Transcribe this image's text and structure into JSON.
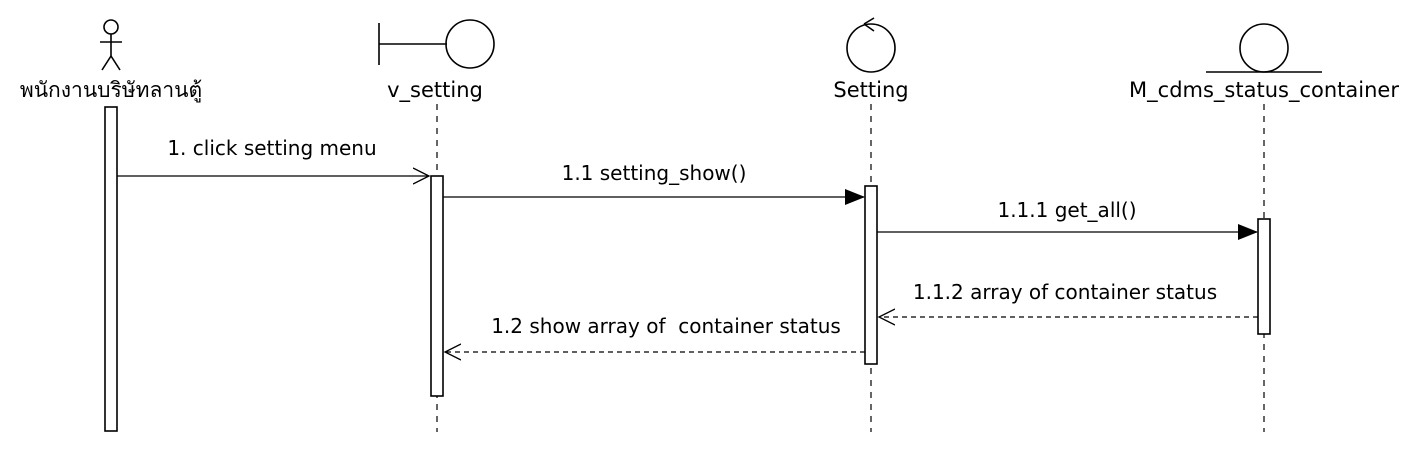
{
  "participants": [
    {
      "name": "พนักงานบริษัทลานตู้",
      "kind": "actor"
    },
    {
      "name": "v_setting",
      "kind": "boundary"
    },
    {
      "name": "Setting",
      "kind": "control"
    },
    {
      "name": "M_cdms_status_container",
      "kind": "entity"
    }
  ],
  "messages": [
    {
      "label": "1. click setting menu",
      "from": 0,
      "to": 1,
      "style": "async"
    },
    {
      "label": "1.1 setting_show()",
      "from": 1,
      "to": 2,
      "style": "sync"
    },
    {
      "label": "1.1.1 get_all()",
      "from": 2,
      "to": 3,
      "style": "sync"
    },
    {
      "label": "1.1.2 array of container status",
      "from": 3,
      "to": 2,
      "style": "return"
    },
    {
      "label": "1.2 show array of  container status",
      "from": 2,
      "to": 1,
      "style": "return"
    }
  ]
}
